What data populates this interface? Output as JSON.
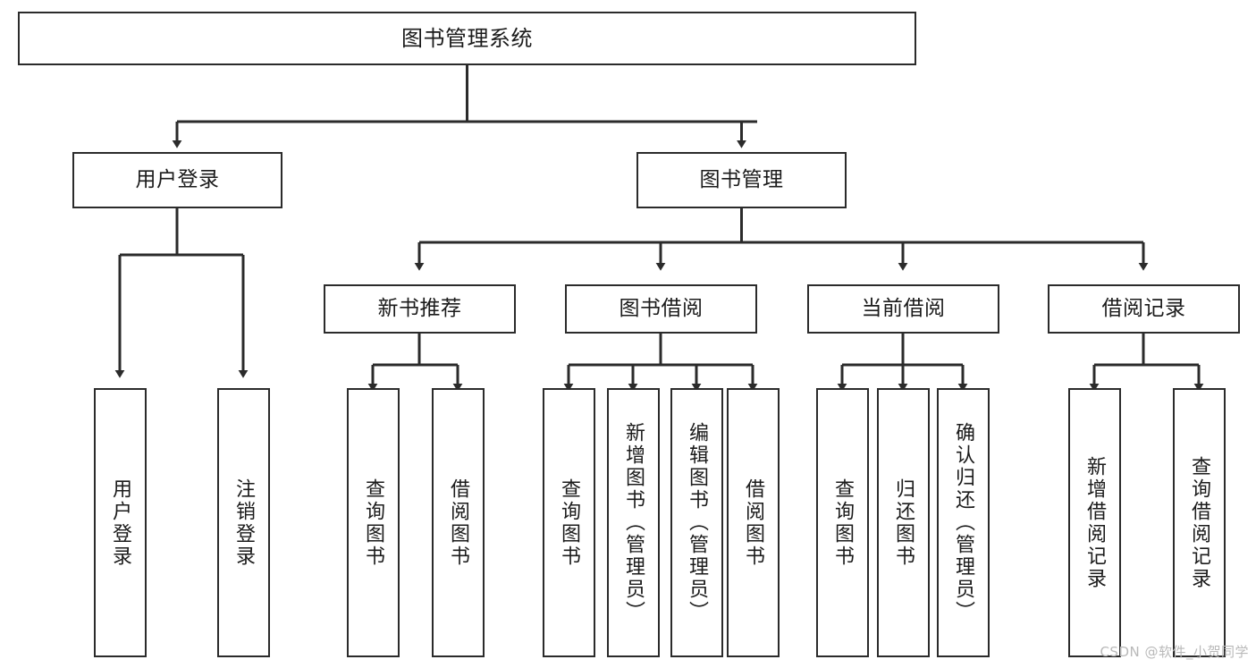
{
  "diagram": {
    "title": "图书管理系统",
    "type": "tree-hierarchy-chart",
    "watermark": "CSDN @软件_小贺同学",
    "colors": {
      "border": "#2b2b2b",
      "background": "#ffffff",
      "text": "#1b1b1b",
      "watermark": "#b9b9b9"
    },
    "nodes": {
      "root": "图书管理系统",
      "level2": [
        "用户登录",
        "图书管理"
      ],
      "level3": [
        "新书推荐",
        "图书借阅",
        "当前借阅",
        "借阅记录"
      ],
      "leaves": {
        "user_login": [
          "用户登录",
          "注销登录"
        ],
        "new_book_recommend": [
          "查询图书",
          "借阅图书"
        ],
        "book_borrow": [
          "查询图书",
          "新增图书（管理员）",
          "编辑图书（管理员）",
          "借阅图书"
        ],
        "current_borrow": [
          "查询图书",
          "归还图书",
          "确认归还（管理员）"
        ],
        "borrow_record": [
          "新增借阅记录",
          "查询借阅记录"
        ]
      }
    }
  }
}
